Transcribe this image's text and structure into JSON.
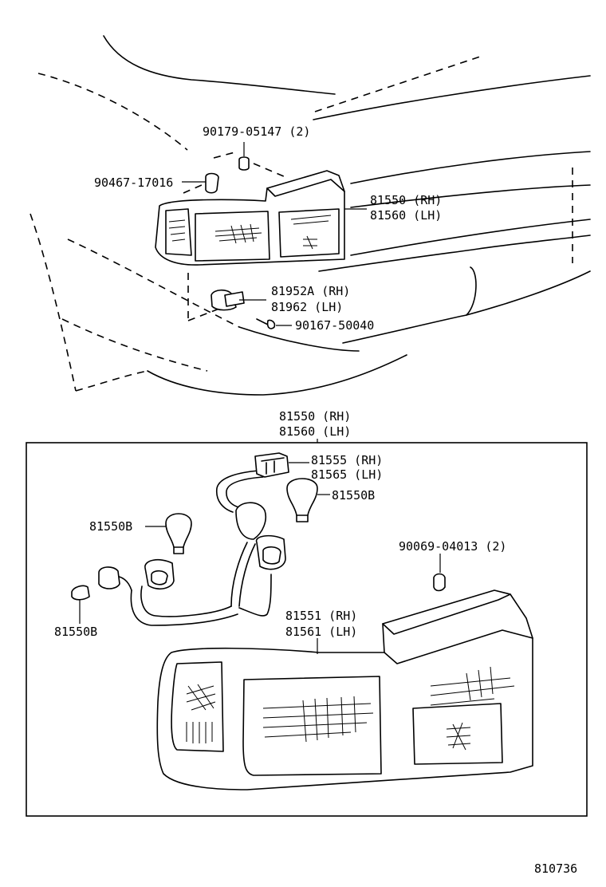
{
  "callouts": {
    "screw_top": "90179-05147 (2)",
    "clip_left": "90467-17016",
    "lamp_top_rh": "81550 (RH)",
    "lamp_top_lh": "81560 (LH)",
    "bracket_rh": "81952A (RH)",
    "bracket_lh": "81962   (LH)",
    "bolt": "90167-50040",
    "box_assy_rh": "81550 (RH)",
    "box_assy_lh": "81560 (LH)",
    "socket_wire_rh": "81555 (RH)",
    "socket_wire_lh": "81565 (LH)",
    "bulb_right": "81550B",
    "bulb_left": "81550B",
    "bulb_small": "81550B",
    "nut": "90069-04013 (2)",
    "lens_rh": "81551 (RH)",
    "lens_lh": "81561 (LH)"
  },
  "figure_number": "810736"
}
